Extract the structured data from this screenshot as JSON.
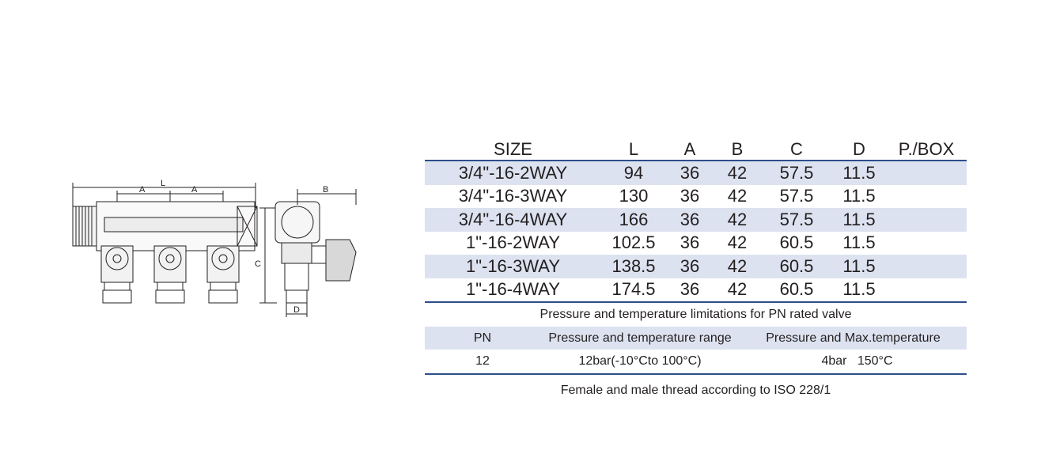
{
  "spec_table": {
    "headers": [
      "SIZE",
      "L",
      "A",
      "B",
      "C",
      "D",
      "P./BOX"
    ],
    "rows": [
      [
        "3/4\"-16-2WAY",
        "94",
        "36",
        "42",
        "57.5",
        "11.5",
        ""
      ],
      [
        "3/4\"-16-3WAY",
        "130",
        "36",
        "42",
        "57.5",
        "11.5",
        ""
      ],
      [
        "3/4\"-16-4WAY",
        "166",
        "36",
        "42",
        "57.5",
        "11.5",
        ""
      ],
      [
        "1\"-16-2WAY",
        "102.5",
        "36",
        "42",
        "60.5",
        "11.5",
        ""
      ],
      [
        "1\"-16-3WAY",
        "138.5",
        "36",
        "42",
        "60.5",
        "11.5",
        ""
      ],
      [
        "1\"-16-4WAY",
        "174.5",
        "36",
        "42",
        "60.5",
        "11.5",
        ""
      ]
    ]
  },
  "pressure_table": {
    "title": "Pressure and temperature limitations for PN rated valve",
    "headers": [
      "PN",
      "Pressure and temperature range",
      "Pressure and Max.temperature"
    ],
    "row": [
      "12",
      "12bar(-10°Cto 100°C)",
      "4bar   150°C"
    ]
  },
  "footer_note": "Female and male thread according to ISO 228/1",
  "drawing": {
    "dim_labels": {
      "L": "L",
      "A1": "A",
      "A2": "A",
      "B": "B",
      "C": "C",
      "D": "D"
    }
  },
  "colors": {
    "rule": "#2d4f8a",
    "shade": "#dde2f0",
    "text": "#231f20"
  }
}
